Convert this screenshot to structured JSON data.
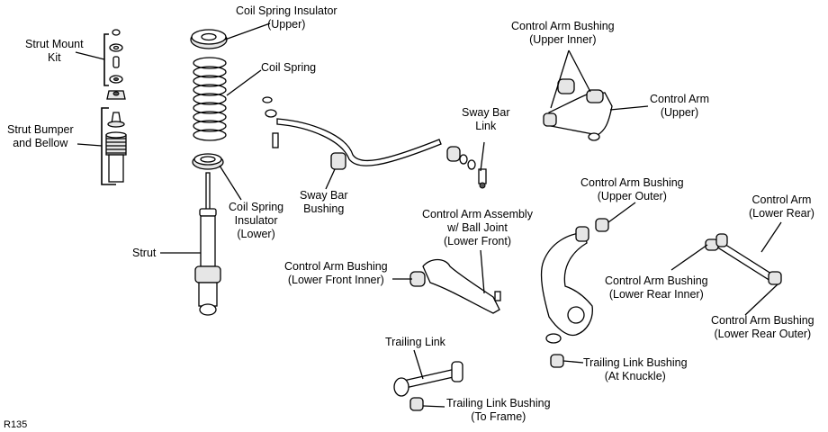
{
  "labels": {
    "strut_mount_kit": [
      "Strut Mount",
      "Kit"
    ],
    "strut_bumper": [
      "Strut Bumper",
      "and Bellow"
    ],
    "coil_spring_insulator_upper": [
      "Coil Spring Insulator",
      "(Upper)"
    ],
    "coil_spring": [
      "Coil Spring"
    ],
    "coil_spring_insulator_lower": [
      "Coil Spring",
      "Insulator",
      "(Lower)"
    ],
    "strut": [
      "Strut"
    ],
    "sway_bar_bushing": [
      "Sway Bar",
      "Bushing"
    ],
    "sway_bar_link": [
      "Sway Bar",
      "Link"
    ],
    "control_arm_bushing_upper_inner": [
      "Control Arm Bushing",
      "(Upper Inner)"
    ],
    "control_arm_upper": [
      "Control Arm",
      "(Upper)"
    ],
    "control_arm_bushing_upper_outer": [
      "Control Arm Bushing",
      "(Upper Outer)"
    ],
    "control_arm_lower_rear": [
      "Control Arm",
      "(Lower Rear)"
    ],
    "control_arm_assembly": [
      "Control Arm Assembly",
      "w/ Ball Joint",
      "(Lower Front)"
    ],
    "control_arm_bushing_lower_front_inner": [
      "Control Arm Bushing",
      "(Lower Front Inner)"
    ],
    "control_arm_bushing_lower_rear_inner": [
      "Control Arm Bushing",
      "(Lower Rear Inner)"
    ],
    "control_arm_bushing_lower_rear_outer": [
      "Control Arm Bushing",
      "(Lower Rear Outer)"
    ],
    "trailing_link": [
      "Trailing Link"
    ],
    "trailing_link_bushing_knuckle": [
      "Trailing Link Bushing",
      "(At Knuckle)"
    ],
    "trailing_link_bushing_frame": [
      "Trailing Link Bushing",
      "(To Frame)"
    ]
  },
  "ref_code": "R135"
}
